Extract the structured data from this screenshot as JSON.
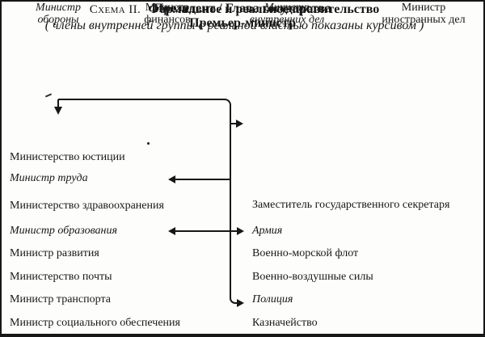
{
  "title": {
    "schema_label": "Схема II.",
    "main": "Формальное и реальное правительство",
    "subtitle": "( члены внутренней группы с реальной властью показаны курсивом )"
  },
  "head": {
    "line1": "Президент / Глава государства",
    "line2": "Премьер-министр"
  },
  "ministers_row": [
    {
      "line1": "Министр",
      "line2": "обороны",
      "real_power": true
    },
    {
      "line1": "Министр",
      "line2": "финансов",
      "real_power": false
    },
    {
      "line1": "Министр",
      "line2": "внутренних дел",
      "real_power": true
    },
    {
      "line1": "Министр",
      "line2": "иностранных дел",
      "real_power": false
    }
  ],
  "left_column": [
    {
      "label": "Министерство юстиции",
      "real_power": false
    },
    {
      "label": "Министр труда",
      "real_power": true
    },
    {
      "label": "Министерство здравоохранения",
      "real_power": false
    },
    {
      "label": "Министр образования",
      "real_power": true
    },
    {
      "label": "Министр развития",
      "real_power": false
    },
    {
      "label": "Министерство почты",
      "real_power": false
    },
    {
      "label": "Министр транспорта",
      "real_power": false
    },
    {
      "label": "Министр социального обеспечения",
      "real_power": false
    }
  ],
  "right_column": [
    {
      "label": "Заместитель государственного секретаря",
      "real_power": false
    },
    {
      "label": "Армия",
      "real_power": true
    },
    {
      "label": "Военно-морской флот",
      "real_power": false
    },
    {
      "label": "Военно-воздушные силы",
      "real_power": false
    },
    {
      "label": "Полиция",
      "real_power": true
    },
    {
      "label": "Казначейство",
      "real_power": false
    }
  ],
  "connections": [
    {
      "from": "Премьер-министр",
      "to": "Министр обороны"
    },
    {
      "from": "Премьер-министр",
      "to": "Министр внутренних дел"
    },
    {
      "from": "Премьер-министр",
      "to": "Министр труда"
    },
    {
      "from": "Премьер-министр",
      "to": "Министр образования — Армия (двусторонняя)"
    },
    {
      "from": "Премьер-министр",
      "to": "Полиция"
    }
  ],
  "colors": {
    "ink": "#171717",
    "paper": "#fdfdfb"
  }
}
